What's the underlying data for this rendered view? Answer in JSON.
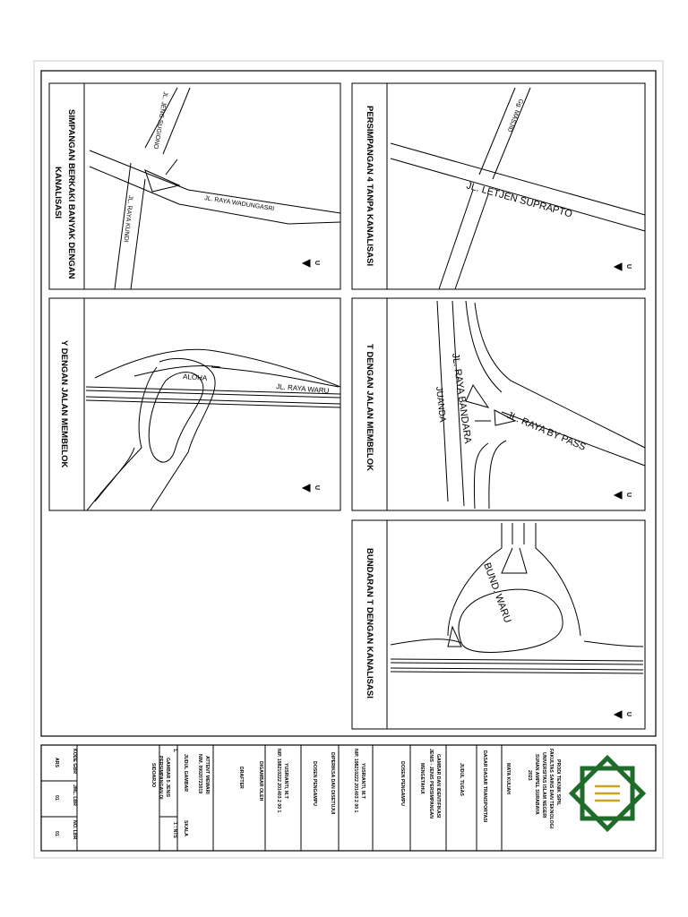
{
  "panels": {
    "p1": {
      "title": "SIMPANGAN BERKAKI BANYAK DENGAN",
      "title2": "KANALISASI",
      "street_a": "JL. JENG SUGIONO",
      "street_b": "JL. RAYA WADUNGASRI",
      "street_c": "JL. RAYA KUNDI"
    },
    "p2": {
      "title": "PERSIMPANGAN 4 TANPA KANALISASI",
      "street_a": "Gg. MASJID",
      "street_b": "JL. LETJEN SUPRAPTO"
    },
    "p3": {
      "title": "Y DENGAN JALAN MEMBELOK",
      "street_a": "ALOHA",
      "street_b": "JL. RAYA WARU"
    },
    "p4": {
      "title": "T DENGAN JALAN MEMBELOK",
      "street_a": "JL. RAYA BANDARA",
      "street_b": "JUANDA",
      "street_c": "JL. RAYA BY PASS"
    },
    "p5": {
      "title": "BUNDARAN T DENGAN KANALISASI",
      "street_a": "BUND. WARU"
    }
  },
  "north_label": "U",
  "titleblock": {
    "institution": [
      "PRODI TEKNIK SIPIL",
      "FAKULTAS SAINS DAN TEKNOLOGI",
      "UNIVERSITAS ISLAM NEGERI",
      "SUNAN AMPEL SURABAYA",
      "2023"
    ],
    "course_label": "MATA KULIAH",
    "course": "DASAR DASAR TRANSPORTASI",
    "assignment_label": "JUDUL TUGAS",
    "assignment": [
      "GAMBAR DAN IDENTIFIKASI",
      "JENIS - JENIS PERSIMPANGAN"
    ],
    "approved_label": "MENGETAHUI",
    "lecturer_label": "DOSEN PENGAMPU",
    "lecturer_name": "YUSRIANTI, M.T",
    "lecturer_nip": "NIP. 198210222 201403 2 00 1",
    "checked_label": "DIPERIKSA DAN DISETUJUI",
    "lecturer_label2": "DOSEN PENGAMPU",
    "checker_name": "YUSRIANTI, M.T",
    "checker_nip": "NIP. 198210222 201403 2 00 1",
    "drawn_label": "DIGAMBAR OLEH",
    "drawer_title": "DRAFTER",
    "drawer_name": "ATTENT MEWARI",
    "drawer_nim": "NIM. 09020723019",
    "table_headers": [
      "KODE GBR",
      "JML. LBR",
      "NO. LBR"
    ],
    "table_values": [
      "ARS",
      "01",
      "01"
    ],
    "drawing_headers": [
      "JUDUL GAMBAR",
      "SKALA"
    ],
    "drawing_no": "1.",
    "drawing_title": [
      "GAMBAR 5 JENIS",
      "PERSIMPANGAN DI",
      "SIDOARJO"
    ],
    "scale": "1 : NTS"
  }
}
